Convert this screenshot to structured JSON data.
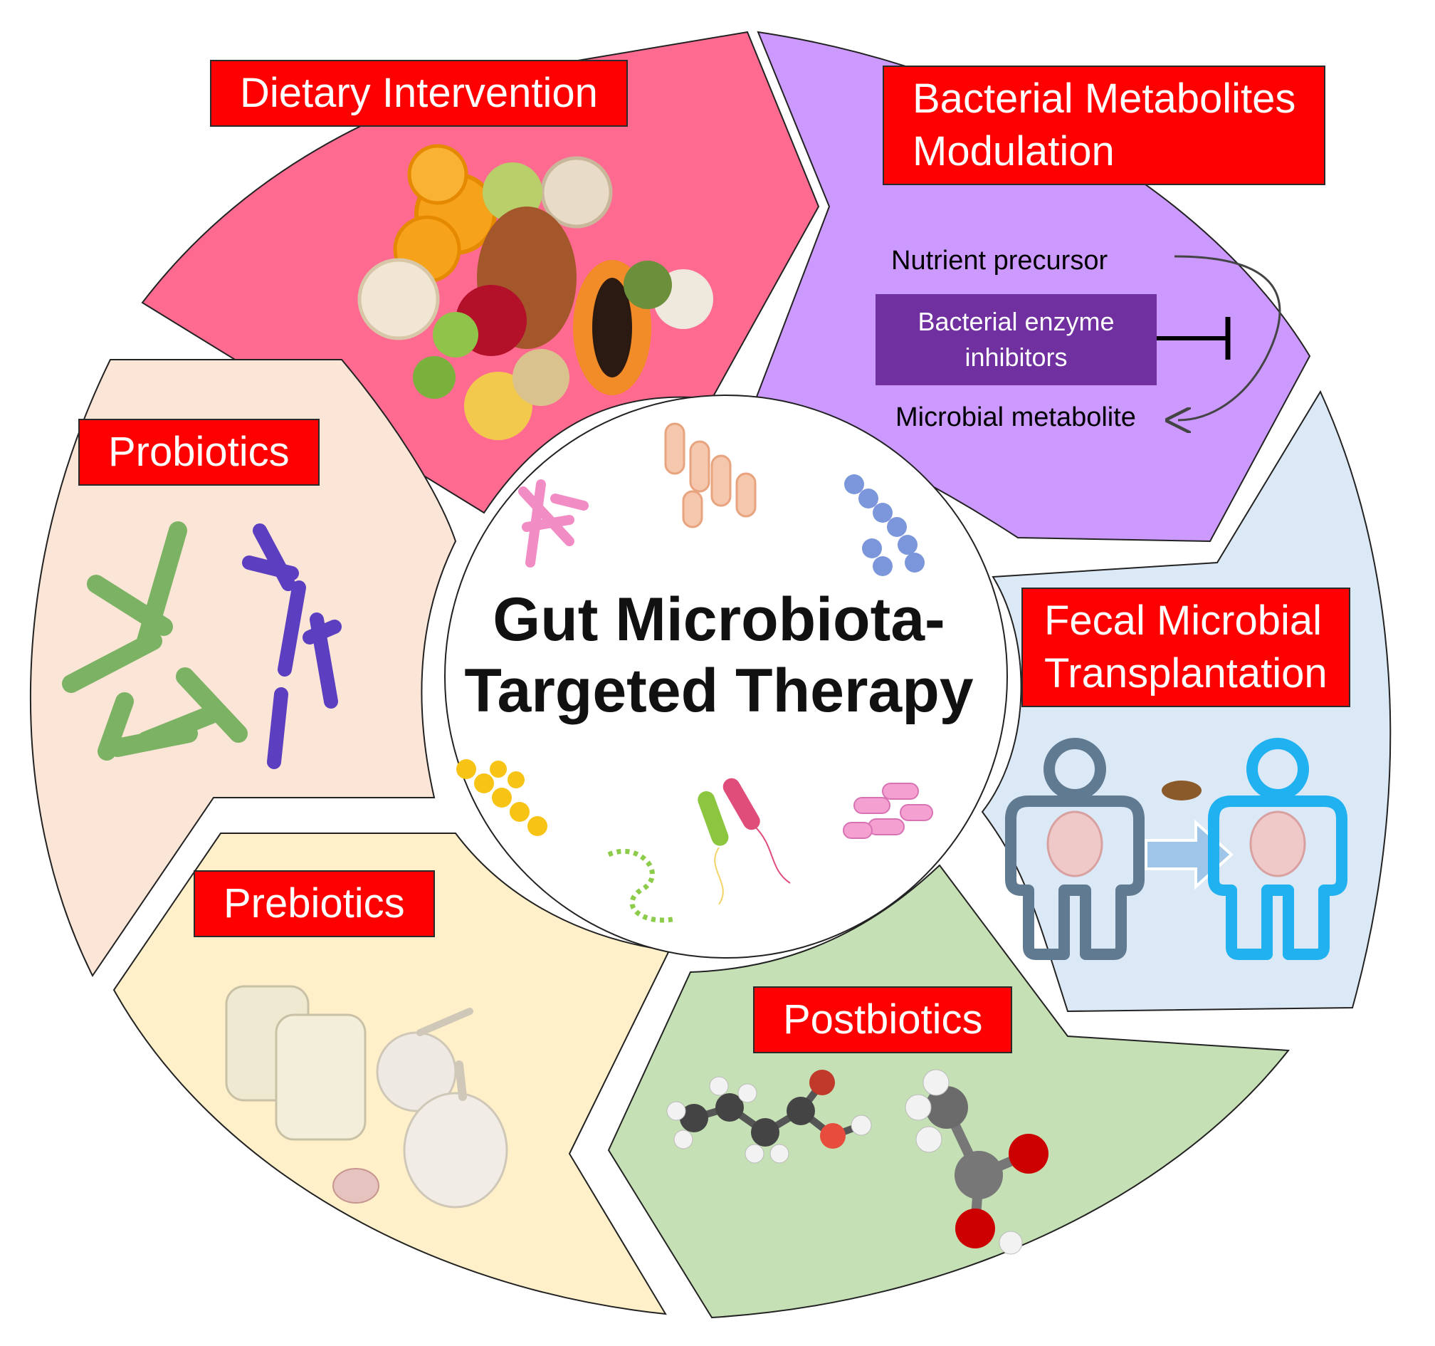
{
  "title": {
    "line1": "Gut Microbiota-",
    "line2": "Targeted Therapy"
  },
  "segments": {
    "dietary": {
      "label": "Dietary Intervention",
      "color": "#ff6a91"
    },
    "metabolites": {
      "label_line1": "Bacterial Metabolites",
      "label_line2": "Modulation",
      "color": "#cc99ff"
    },
    "fmt": {
      "label_line1": "Fecal Microbial",
      "label_line2": "Transplantation",
      "color": "#dbe8f5"
    },
    "postbiotics": {
      "label": "Postbiotics",
      "color": "#c5e0b4"
    },
    "prebiotics": {
      "label": "Prebiotics",
      "color": "#fff0c9"
    },
    "probiotics": {
      "label": "Probiotics",
      "color": "#fbe5d6"
    }
  },
  "pathway": {
    "precursor": "Nutrient  precursor",
    "inhibitor_line1": "Bacterial enzyme",
    "inhibitor_line2": "inhibitors",
    "metabolite": "Microbial metabolite"
  },
  "colors": {
    "label_fill": "#ff0000",
    "inhibitor_fill": "#7030a0"
  }
}
